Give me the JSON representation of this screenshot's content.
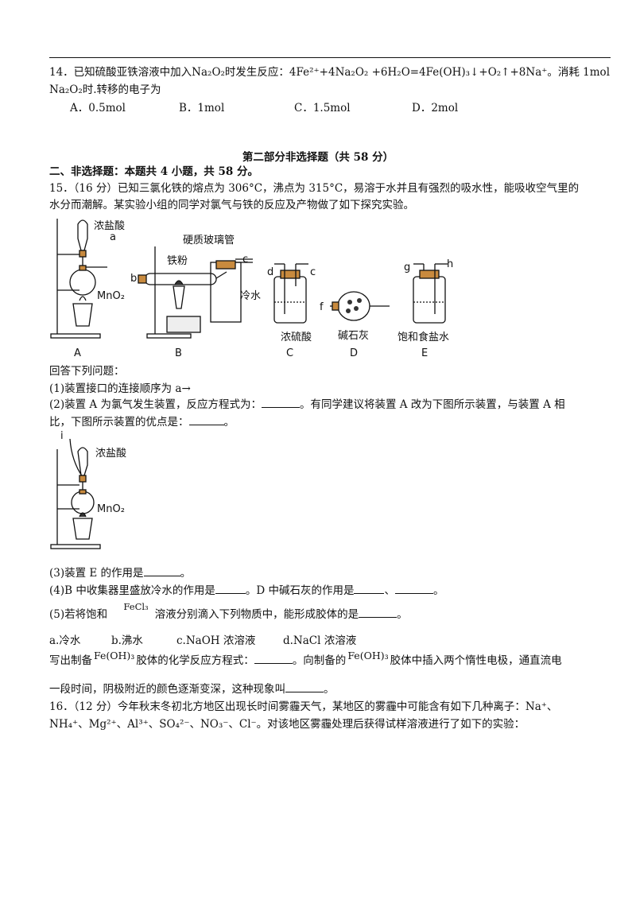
{
  "q14": {
    "line1": "14．已知硫酸亚铁溶液中加入Na₂O₂时发生反应：4Fe²⁺+4Na₂O₂  +6H₂O=4Fe(OH)₃↓+O₂↑+8Na⁺。消耗 1mol",
    "line2": "Na₂O₂时.转移的电子为",
    "options": [
      "A．0.5mol",
      "B．1mol",
      "C．1.5mol",
      "D．2mol"
    ]
  },
  "part2_title": "第二部分非选择题（共 58 分）",
  "section_heading": "二、非选择题：本题共 4 小题，共 58 分。",
  "q15": {
    "line1": "15．（16 分）已知三氯化铁的熔点为 306°C，沸点为 315°C，易溶于水并且有强烈的吸水性，能吸收空气里的",
    "line2": "水分而潮解。某实验小组的同学对氯气与铁的反应及产物做了如下探究实验。",
    "fig_labels": {
      "conc_hcl": "浓盐酸",
      "mno2": "MnO₂",
      "hard_glass_tube": "硬质玻璃管",
      "iron_powder": "铁粉",
      "cold_water": "冷水",
      "conc_h2so4": "浓硫酸",
      "soda_lime": "碱石灰",
      "sat_nacl": "饱和食盐水",
      "letters": {
        "a": "a",
        "b": "b",
        "c": "c",
        "d": "d",
        "f": "f",
        "g": "g",
        "h": "h",
        "i": "i"
      },
      "apparatus": [
        "A",
        "B",
        "C",
        "D",
        "E"
      ]
    },
    "answer_intro": "回答下列问题：",
    "q1": "(1)装置接口的连接顺序为 a→",
    "q2_line1_a": "(2)装置 A 为氯气发生装置，反应方程式为：",
    "q2_line1_b": "。有同学建议将装置 A 改为下图所示装置，与装置 A 相",
    "q2_line2_a": "比，下图所示装置的优点是：",
    "q2_line2_b": "。",
    "q3_a": "(3)装置 E 的作用是",
    "q3_b": "。",
    "q4_a": "(4)B 中收集器里盛放冷水的作用是",
    "q4_b": "。D 中碱石灰的作用是",
    "q4_c": "、",
    "q4_d": "。",
    "q5_a": "(5)若将饱和",
    "q5_fecl3": "FeCl₃",
    "q5_b": "溶液分别滴入下列物质中，能形成胶体的是",
    "q5_c": "。",
    "q5_options": [
      "a.冷水",
      "b.沸水",
      "c.NaOH 浓溶液",
      "d.NaCl 浓溶液"
    ],
    "q5_write_a": "写出制备",
    "q5_feoh3": "Fe(OH)₃",
    "q5_write_b": "胶体的化学反应方程式：",
    "q5_write_c": "。向制备的",
    "q5_write_d": "胶体中插入两个惰性电极，通直流电",
    "q5_last_a": "一段时间，阴极附近的颜色逐渐变深，这种现象叫",
    "q5_last_b": "。"
  },
  "q16": {
    "line1": "16．（12 分）今年秋末冬初北方地区出现长时间雾霾天气，某地区的雾霾中可能含有如下几种离子：Na⁺、",
    "line2": "NH₄⁺、Mg²⁺、Al³⁺、SO₄²⁻、NO₃⁻、Cl⁻。对该地区雾霾处理后获得试样溶液进行了如下的实验："
  }
}
